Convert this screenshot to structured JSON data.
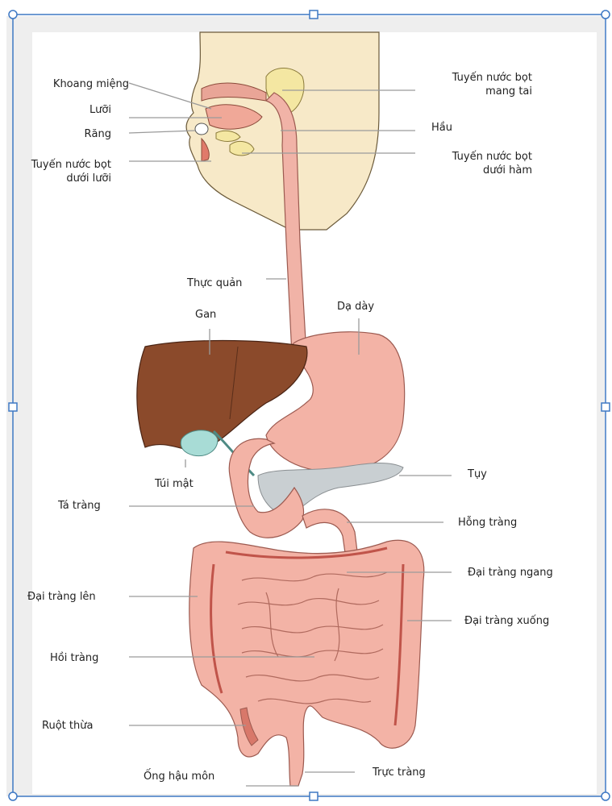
{
  "labels": {
    "khoang_mieng": "Khoang miệng",
    "luoi": "Lưỡi",
    "rang": "Răng",
    "tuyen_duoi_luoi_1": "Tuyến nước bọt",
    "tuyen_duoi_luoi_2": "dưới lưỡi",
    "tuyen_mang_tai_1": "Tuyến nước bọt",
    "tuyen_mang_tai_2": "mang tai",
    "hau": "Hầu",
    "tuyen_duoi_ham_1": "Tuyến nước bọt",
    "tuyen_duoi_ham_2": "dưới hàm",
    "thuc_quan": "Thực quản",
    "gan": "Gan",
    "da_day": "Dạ dày",
    "tui_mat": "Túi mật",
    "tuy": "Tụy",
    "ta_trang": "Tá tràng",
    "hong_trang": "Hỗng tràng",
    "dai_trang_ngang": "Đại tràng ngang",
    "dai_trang_len": "Đại tràng lên",
    "dai_trang_xuong": "Đại tràng xuống",
    "hoi_trang": "Hồi tràng",
    "ruot_thua": "Ruột thừa",
    "ong_hau_mon": "Ống hậu môn",
    "truc_trang": "Trực tràng"
  },
  "colors": {
    "skin": "#f7e9c8",
    "tract": "#f1b3a7",
    "tract_stroke": "#9c5a50",
    "liver": "#8b4a2b",
    "gallbladder": "#a8dcd6",
    "pancreas": "#c9cfd2",
    "gland": "#f4e7a2",
    "selection": "#3e78c4"
  }
}
